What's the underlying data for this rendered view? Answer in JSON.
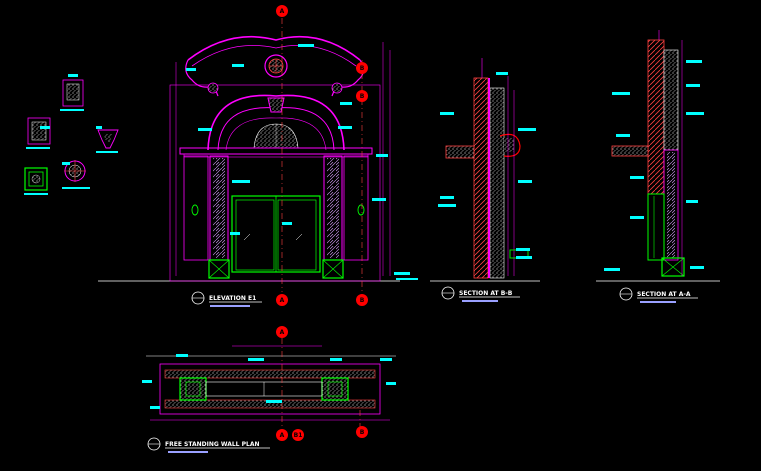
{
  "drawing_titles": {
    "elevation": "ELEVATION E1",
    "section_bb": "SECTION AT B-B",
    "section_aa": "SECTION AT A-A",
    "wall_plan": "FREE STANDING WALL PLAN"
  },
  "grid_labels": {
    "a": "A",
    "b": "B",
    "b1": "B1"
  },
  "colors": {
    "background": "#000000",
    "magenta": "#ff00ff",
    "cyan": "#00ffff",
    "green": "#00ff00",
    "red": "#ff0000",
    "white": "#ffffff",
    "yellow": "#ffff00",
    "hatch": "#c0c0c0"
  }
}
